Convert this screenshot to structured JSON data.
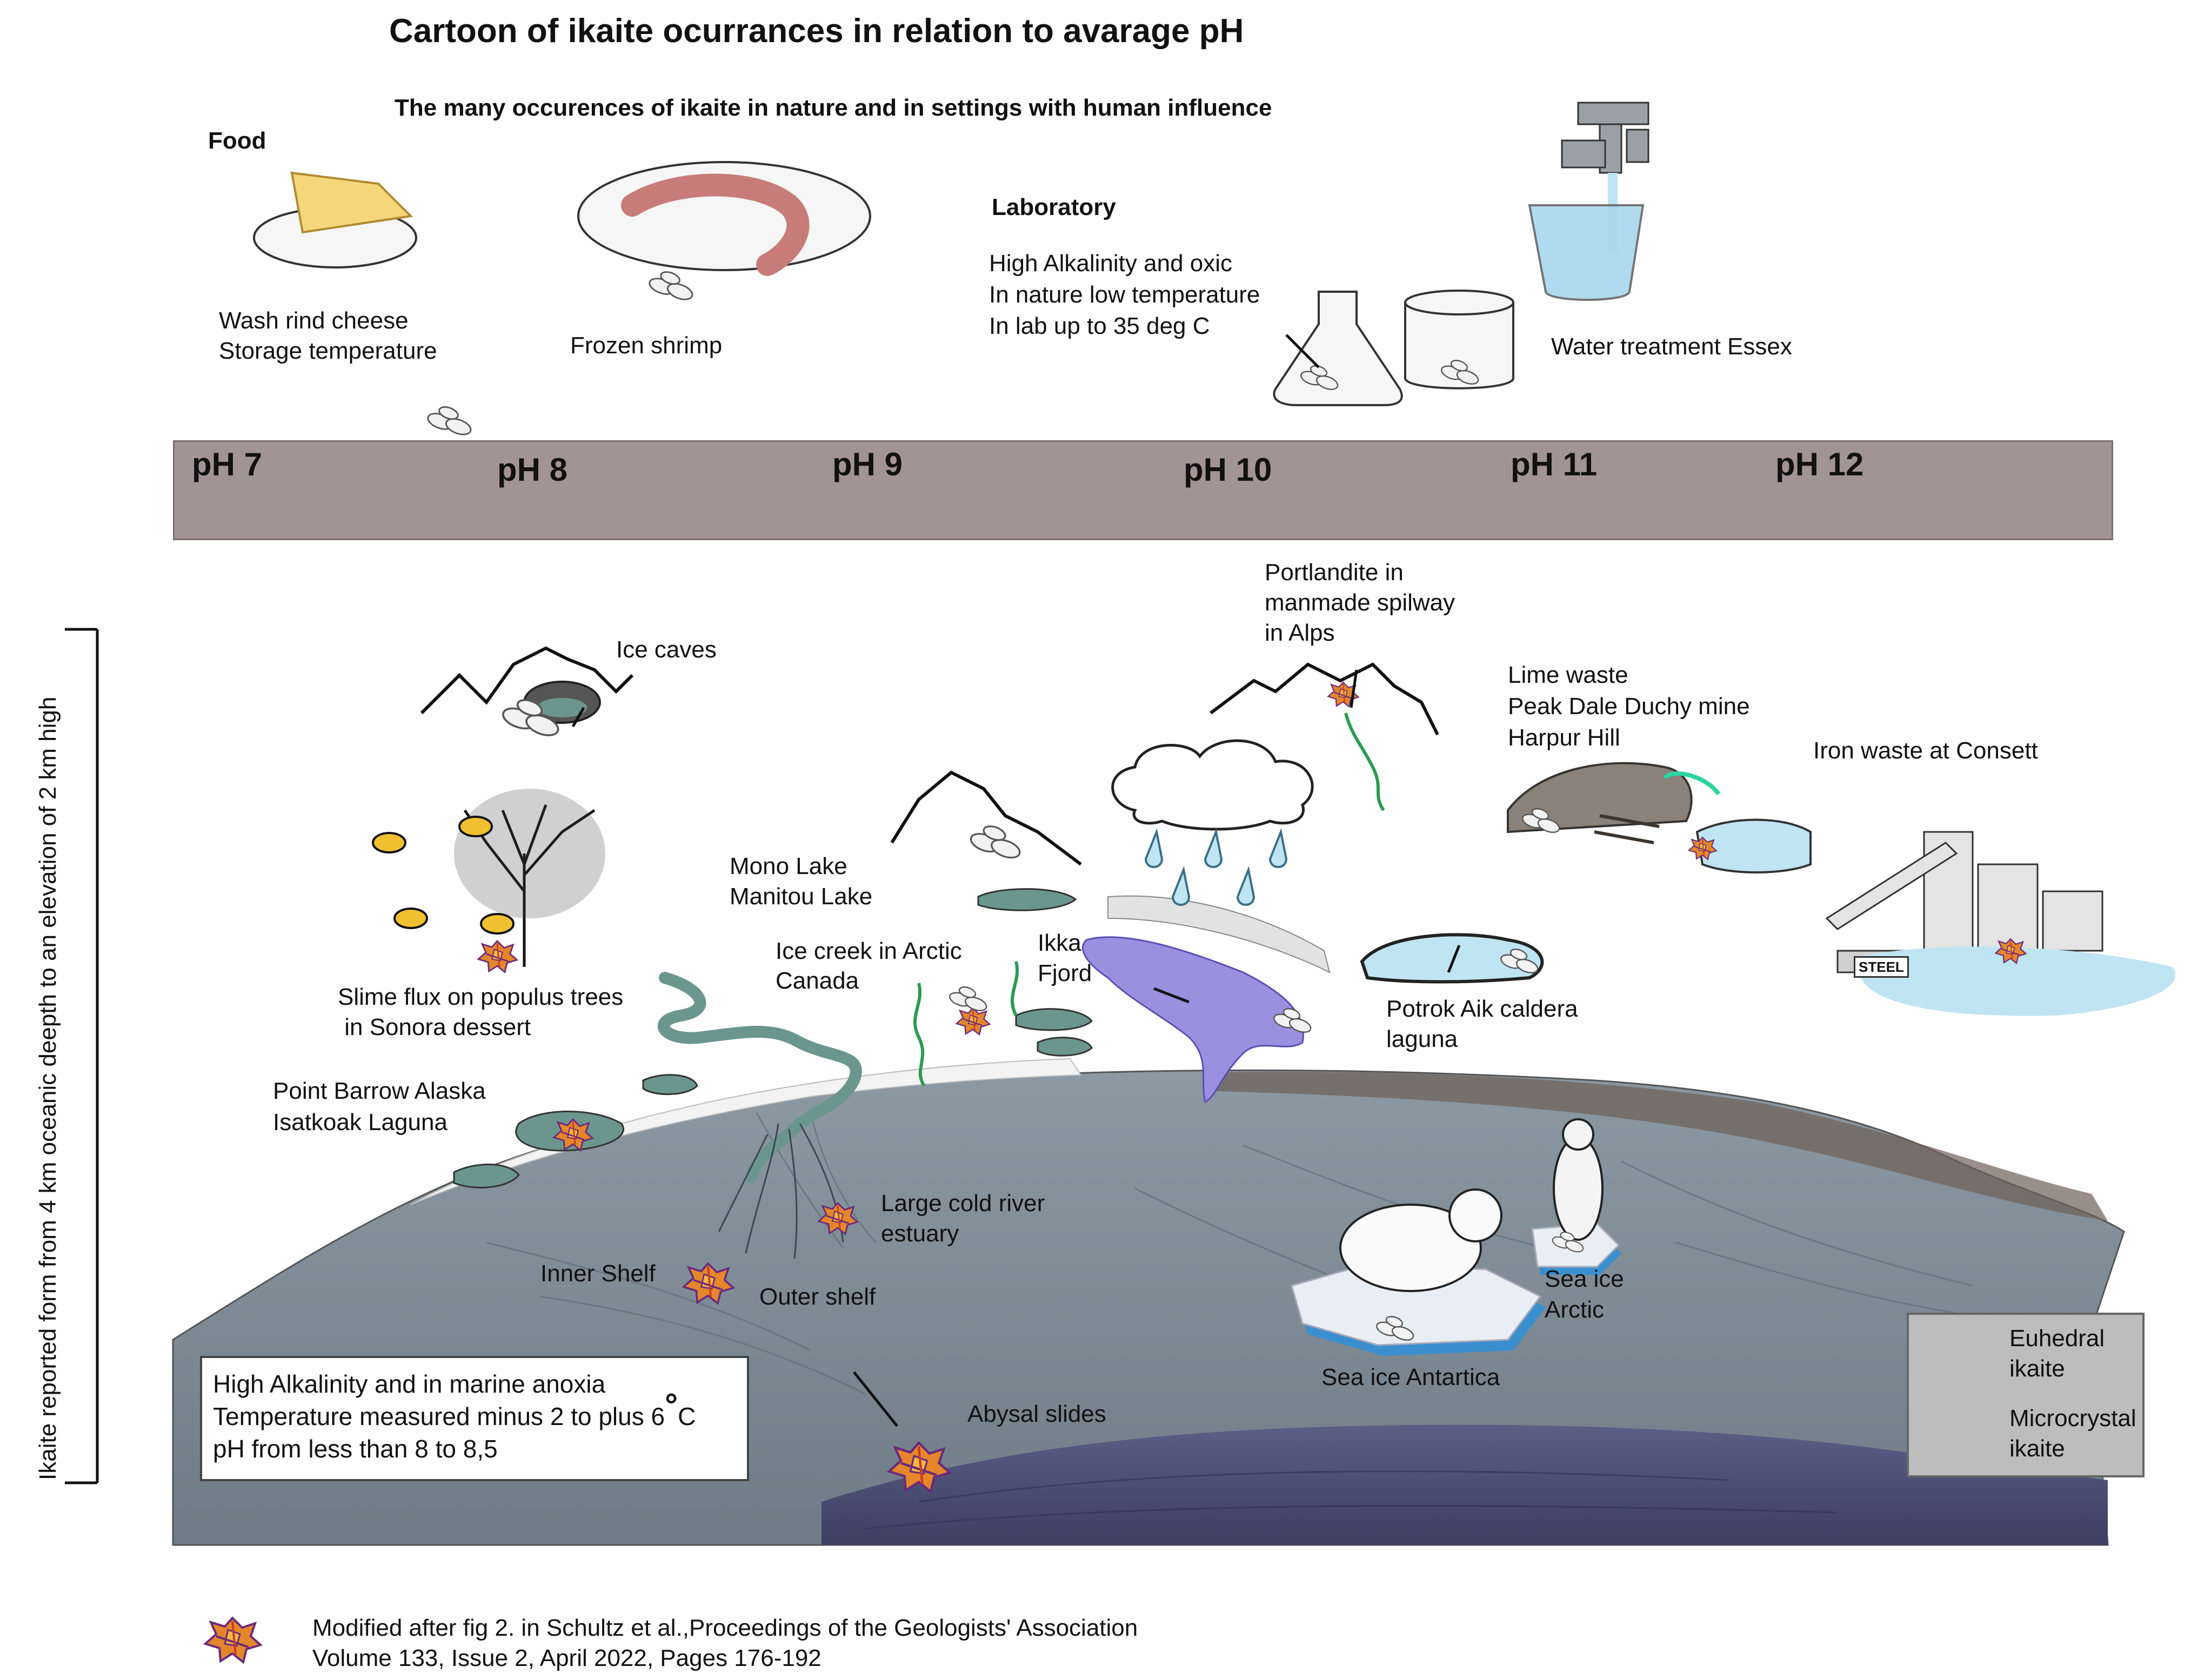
{
  "header": {
    "title": "Cartoon of ikaite ocurrances in relation to avarage pH",
    "subtitle": "The many occurences of ikaite in nature and in settings with human influence"
  },
  "food": {
    "heading": "Food",
    "cheese": [
      "Wash rind  cheese",
      "Storage temperature"
    ],
    "shrimp": "Frozen shrimp"
  },
  "laboratory": {
    "heading": "Laboratory",
    "lines": [
      "High Alkalinity and oxic",
      "In nature low temperature",
      "In lab up to 35 deg C"
    ]
  },
  "water_treatment": "Water treatment Essex",
  "ph_scale": [
    "pH 7",
    "pH 8",
    "pH 9",
    "pH 10",
    "pH 11",
    "pH 12"
  ],
  "vertical_axis_label": "Ikaite reported form from 4 km oceanic deepth to an elevation of 2 km high",
  "locations": {
    "ice_caves": "Ice caves",
    "portlandite": [
      "Portlandite in",
      "manmade spilway",
      "in Alps"
    ],
    "lime_waste": [
      "Lime waste",
      "Peak Dale Duchy mine",
      "Harpur Hill"
    ],
    "iron_waste": "Iron  waste at Consett",
    "mono_lake": [
      "Mono Lake",
      "Manitou Lake"
    ],
    "ice_creek": [
      "Ice creek in Arctic",
      "Canada"
    ],
    "ikka_fjord": [
      "Ikka",
      "Fjord"
    ],
    "potrok": [
      "Potrok Aik caldera",
      "laguna"
    ],
    "slime_flux": [
      "Slime flux on populus trees",
      " in Sonora dessert"
    ],
    "point_barrow": [
      "Point Barrow Alaska",
      "Isatkoak Laguna"
    ],
    "large_river": [
      "Large cold river",
      "estuary"
    ],
    "inner_shelf": "Inner Shelf",
    "outer_shelf": "Outer shelf",
    "sea_ice_arctic": [
      "Sea ice",
      "Arctic"
    ],
    "sea_ice_antarctica": "Sea ice Antartica",
    "abysal": "Abysal slides",
    "steel_sign": "STEEL"
  },
  "info_box": {
    "line1": "High Alkalinity and in marine anoxia",
    "line2_pre": "Temperature measured minus  2 to plus 6",
    "degree_symbol": "°",
    "line2_post": "C",
    "line3": "pH from less than 8 to 8,5"
  },
  "legend": {
    "euhedral": [
      "Euhedral",
      "ikaite"
    ],
    "microcrystal": [
      "Microcrystal",
      "ikaite"
    ]
  },
  "citation": {
    "line1": "Modified after fig 2. in Schultz et al.,Proceedings of the Geologists' Association",
    "line2": "Volume 133, Issue 2, April 2022, Pages 176-192"
  },
  "colors": {
    "ph_bar": "#a29494",
    "ocean_shelf": "#7e8b95",
    "abyss": "#4b4f74",
    "lagoon": "#6b968e",
    "ikka_fjord": "#9b8fe0",
    "ice_water": "#bfe4f2",
    "crystal_orange": "#e5862a",
    "crystal_purple": "#6b2a7c"
  }
}
